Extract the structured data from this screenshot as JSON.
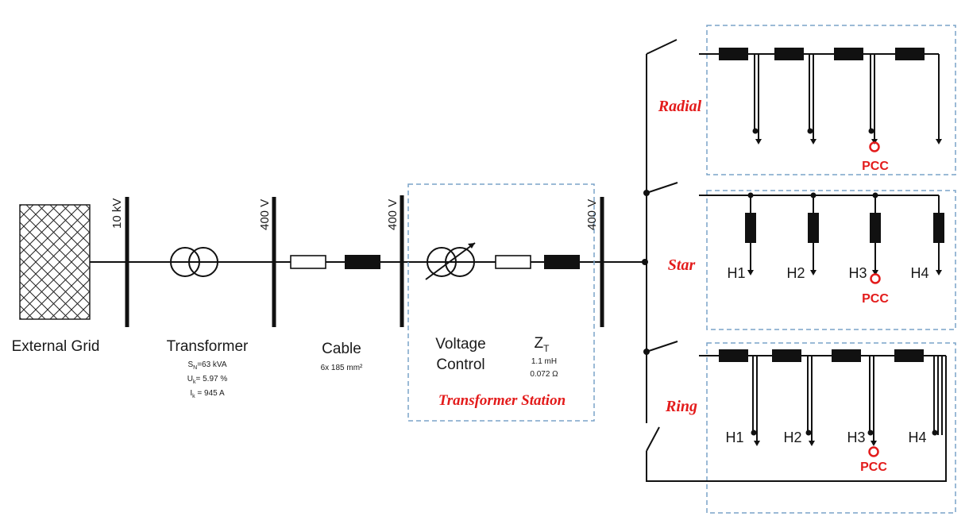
{
  "grid": {
    "label": "External Grid"
  },
  "buses": {
    "b1": "10 kV",
    "b2": "400 V",
    "b3": "400 V",
    "b4": "400 V"
  },
  "transformer": {
    "title": "Transformer",
    "sn": "S",
    "sn_sub": "N",
    "sn_val": "=63 kVA",
    "uk": "U",
    "uk_sub": "k",
    "uk_val": "= 5.97 %",
    "ik": "I",
    "ik_sub": "k",
    "ik_val": " = 945 A"
  },
  "cable": {
    "title": "Cable",
    "spec": "6x 185 mm²"
  },
  "station": {
    "vc_line1": "Voltage",
    "vc_line2": "Control",
    "zt": "Z",
    "zt_sub": "T",
    "l": "1.1 mH",
    "r": "0.072 Ω",
    "title": "Transformer Station"
  },
  "topologies": {
    "radial": "Radial",
    "star": "Star",
    "ring": "Ring",
    "h1": "H1",
    "h2": "H2",
    "h3": "H3",
    "h4": "H4",
    "pcc": "PCC"
  },
  "colors": {
    "accent_red": "#e31b1b",
    "dashed_box": "#7aa3c8"
  }
}
